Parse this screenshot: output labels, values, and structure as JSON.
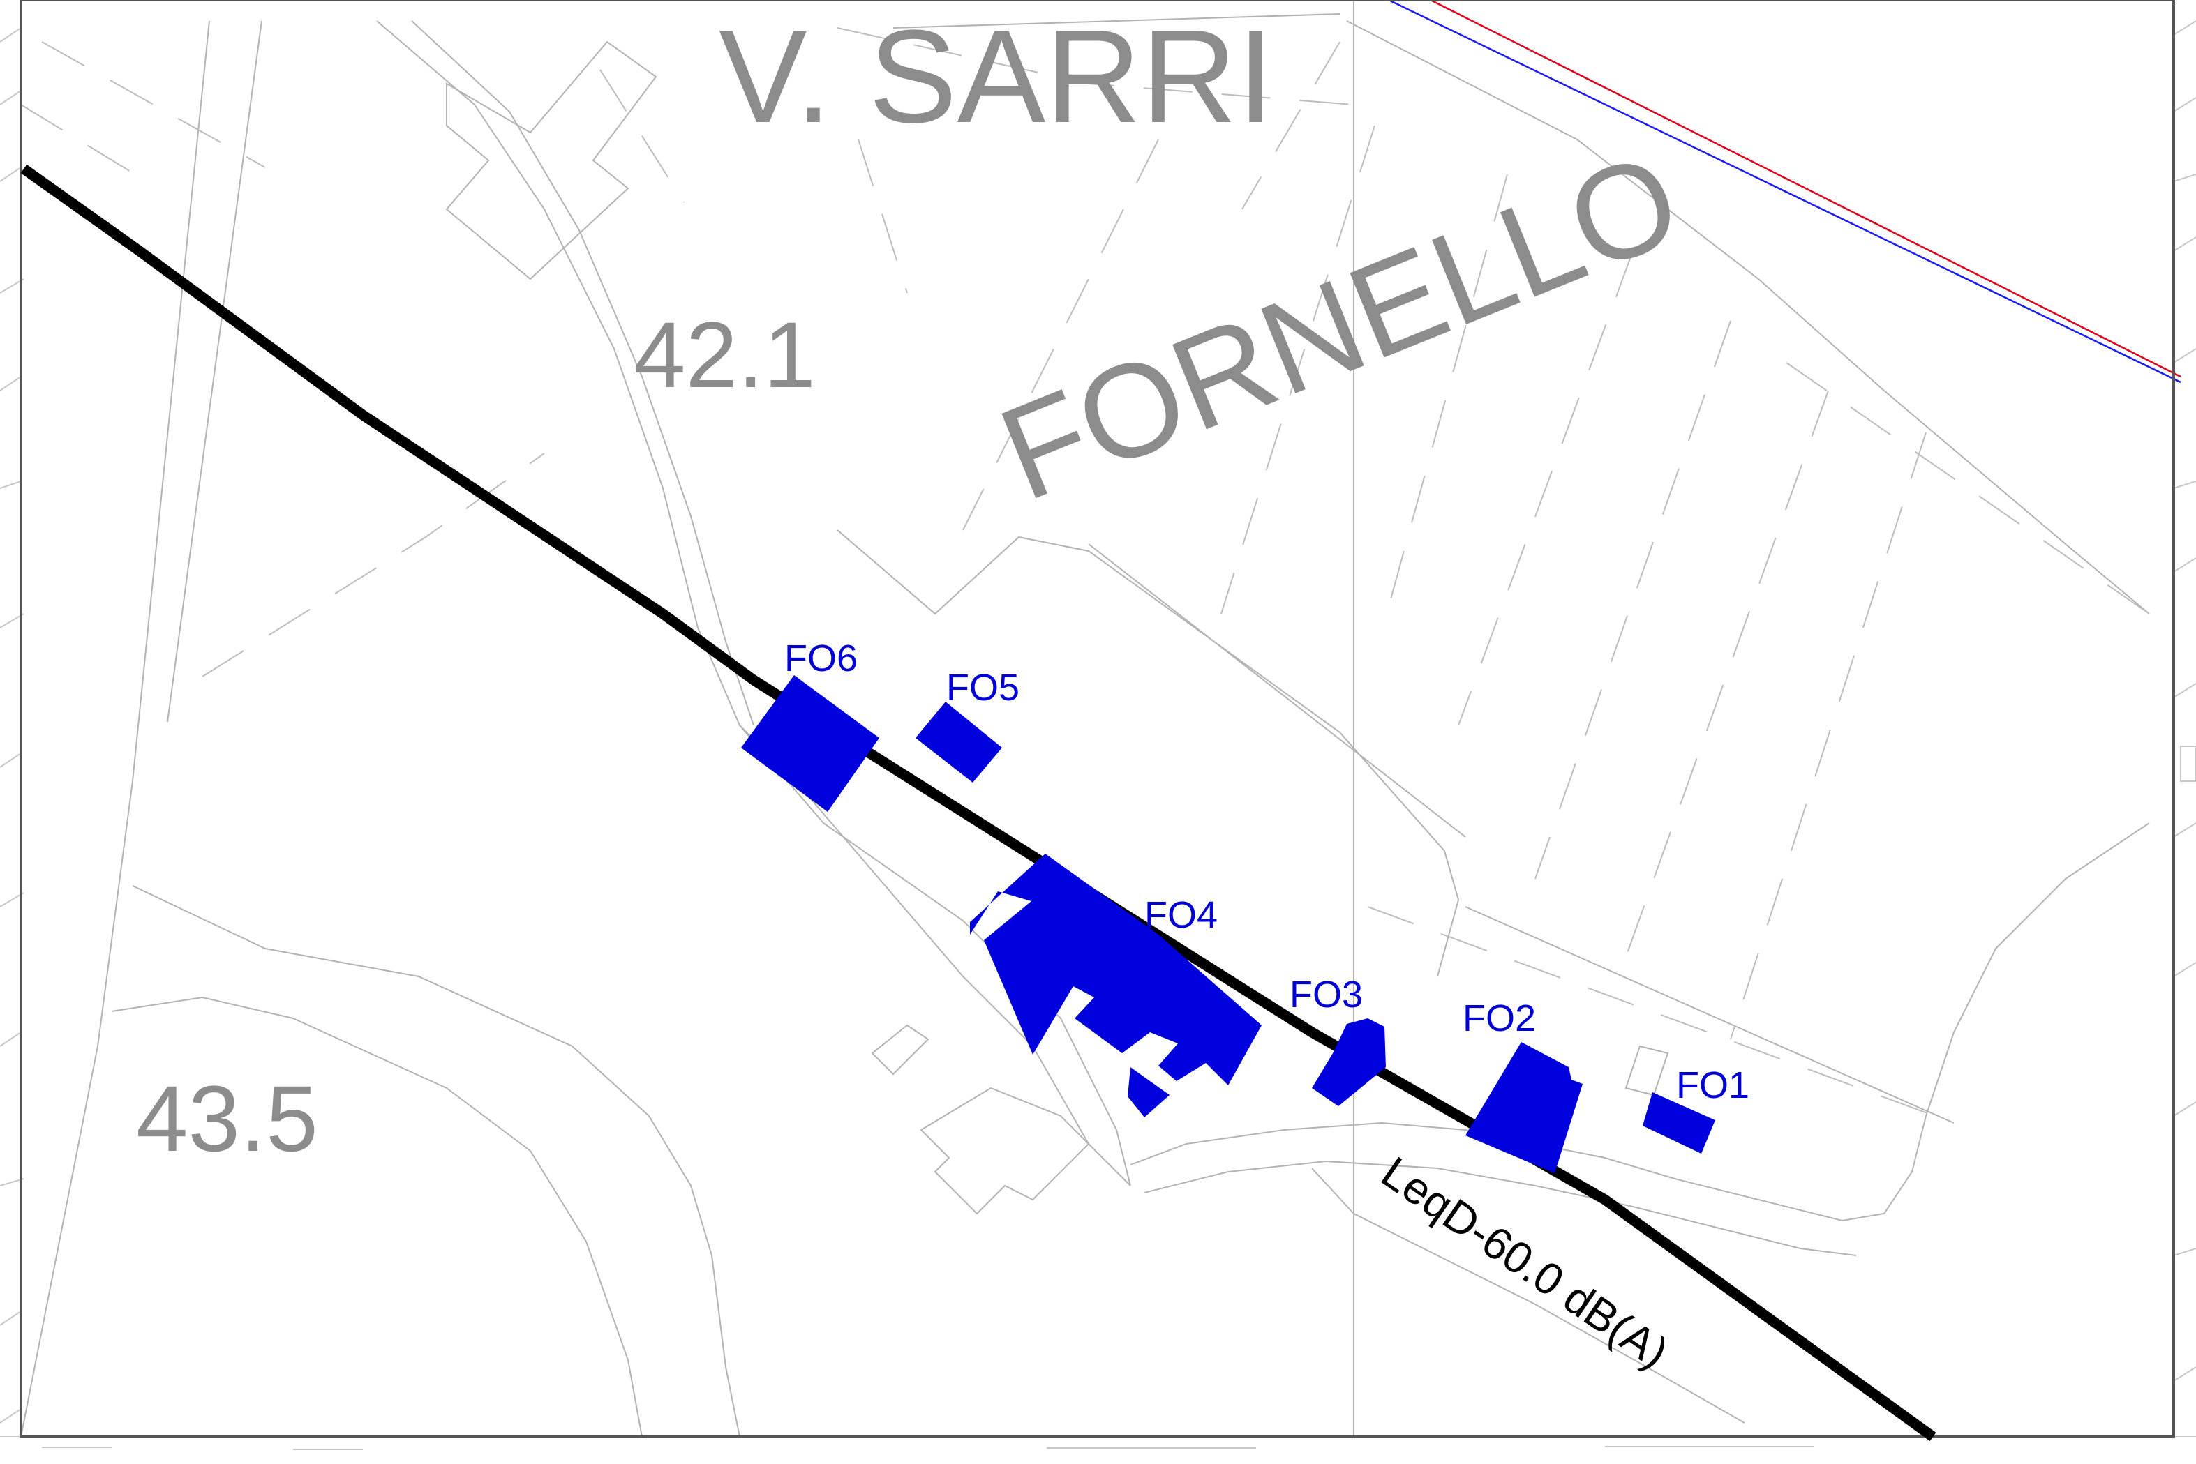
{
  "map": {
    "place_labels": {
      "locality_top": "V. SARRI",
      "locality_main": "FORNELLO"
    },
    "level_labels": {
      "upper_left": "42.1",
      "lower_left": "43.5"
    },
    "contour_label": "LeqD-60.0 dB(A)",
    "buildings": [
      {
        "id": "FO1",
        "label": "FO1"
      },
      {
        "id": "FO2",
        "label": "FO2"
      },
      {
        "id": "FO3",
        "label": "FO3"
      },
      {
        "id": "FO4",
        "label": "FO4"
      },
      {
        "id": "FO5",
        "label": "FO5"
      },
      {
        "id": "FO6",
        "label": "FO6"
      }
    ],
    "colors": {
      "building_fill": "#0000dd",
      "contour_line": "#000000",
      "place_text": "#8c8c8c",
      "base_lines": "#b3b3b3",
      "red_line": "#e0001a",
      "blue_line": "#1a1aff"
    }
  }
}
